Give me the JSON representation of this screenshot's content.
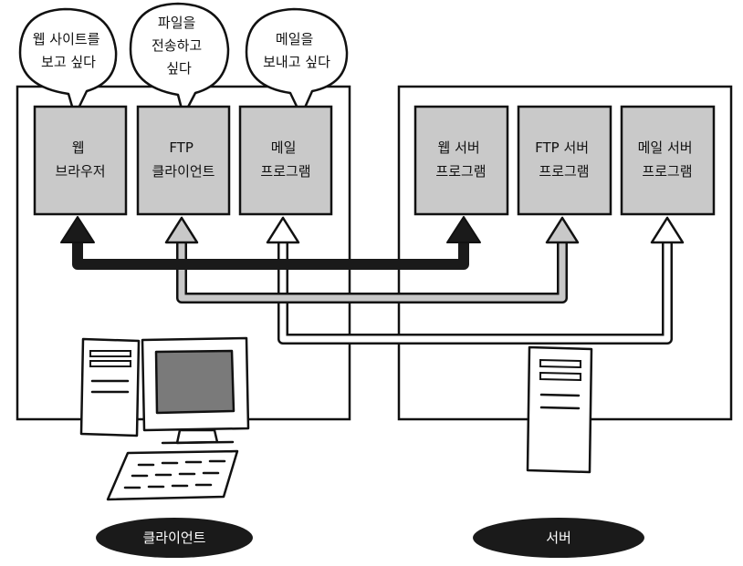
{
  "colors": {
    "box_fill": "#c9c9c9",
    "arrow_dark": "#1a1a1a",
    "arrow_gray": "#c8c8c8",
    "arrow_white": "#ffffff",
    "badge": "#1a1a1a",
    "screen": "#7a7a7a",
    "outline": "#111111"
  },
  "bubbles": {
    "web": [
      "웹 사이트를",
      "보고 싶다"
    ],
    "ftp": [
      "파일을",
      "전송하고",
      "싶다"
    ],
    "mail": [
      "메일을",
      "보내고 싶다"
    ]
  },
  "client": {
    "badge": "클라이언트",
    "programs": {
      "web": [
        "웹",
        "브라우저"
      ],
      "ftp": [
        "FTP",
        "클라이언트"
      ],
      "mail": [
        "메일",
        "프로그램"
      ]
    }
  },
  "server": {
    "badge": "서버",
    "programs": {
      "web": [
        "웹 서버",
        "프로그램"
      ],
      "ftp": [
        "FTP 서버",
        "프로그램"
      ],
      "mail": [
        "메일 서버",
        "프로그램"
      ]
    }
  },
  "icons": {
    "client_computer": "desktop-computer-icon",
    "keyboard": "keyboard-icon",
    "server_tower": "server-tower-icon"
  }
}
